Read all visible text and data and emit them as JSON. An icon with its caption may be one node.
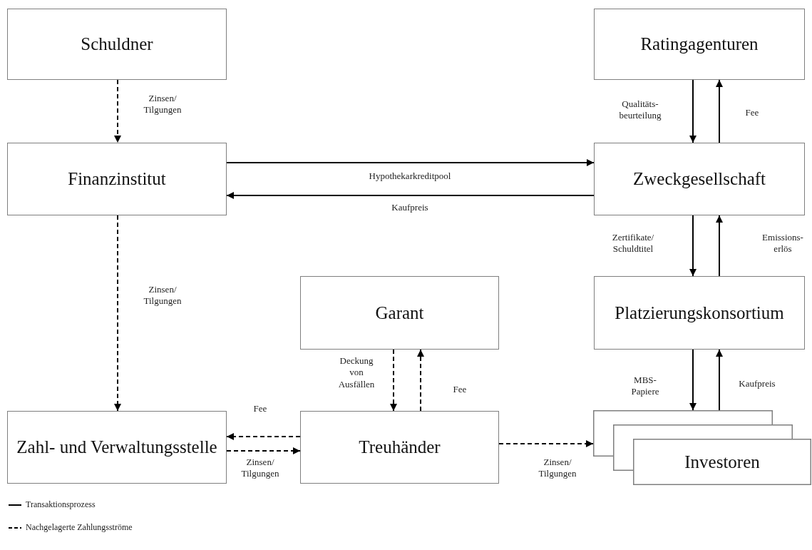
{
  "diagram": {
    "nodes": [
      {
        "text": [
          "Schuldner"
        ]
      },
      {
        "text": [
          "Ratingagenturen"
        ]
      },
      {
        "text": [
          "Finanzinstitut"
        ]
      },
      {
        "text": [
          "Zweckgesellschaft"
        ]
      },
      {
        "text": [
          "Garant"
        ]
      },
      {
        "text": [
          "Platzierungskonsortium"
        ]
      },
      {
        "text": [
          "Zahl- und Verwaltungsstelle"
        ]
      },
      {
        "text": [
          "Treuhänder"
        ]
      },
      {
        "text": [
          "Investoren"
        ]
      }
    ],
    "edges": [
      {
        "from": 0,
        "to": 2,
        "arrow": "to",
        "label": "Zinsen/ Tilgungen",
        "style": "dashed"
      },
      {
        "from": 1,
        "to": 3,
        "arrow": "to",
        "label": "Qualitäts- beurteilung"
      },
      {
        "from": 3,
        "to": 1,
        "arrow": "to",
        "label": "Fee"
      },
      {
        "from": 2,
        "to": 3,
        "arrow": "to",
        "label": "Hypothekarkreditpool"
      },
      {
        "from": 3,
        "to": 2,
        "arrow": "to",
        "label": "Kaufpreis"
      },
      {
        "from": 3,
        "to": 5,
        "arrow": "to",
        "label": "Zertifikate/ Schuldtitel"
      },
      {
        "from": 5,
        "to": 3,
        "arrow": "to",
        "label": "Emissions- erlös"
      },
      {
        "from": 2,
        "to": 6,
        "arrow": "to",
        "label": "Zinsen/ Tilgungen",
        "style": "dashed"
      },
      {
        "from": 4,
        "to": 7,
        "arrow": "to",
        "label": "Deckung von Ausfällen",
        "style": "dashed"
      },
      {
        "from": 7,
        "to": 4,
        "arrow": "to",
        "label": "Fee",
        "style": "dashed"
      },
      {
        "from": 7,
        "to": 6,
        "arrow": "to",
        "label": "Fee",
        "style": "dashed"
      },
      {
        "from": 6,
        "to": 7,
        "arrow": "to",
        "label": "Zinsen/ Tilgungen",
        "style": "dashed"
      },
      {
        "from": 7,
        "to": 8,
        "arrow": "to",
        "label": "Zinsen/ Tilgungen",
        "style": "dashed"
      },
      {
        "from": 5,
        "to": 8,
        "arrow": "to",
        "label": "MBS- Papiere"
      },
      {
        "from": 8,
        "to": 5,
        "arrow": "to",
        "label": "Kaufpreis"
      }
    ],
    "legend": [
      {
        "text": "Transaktionsprozess"
      },
      {
        "text": "Nachgelagerte Zahlungsströme"
      }
    ]
  }
}
